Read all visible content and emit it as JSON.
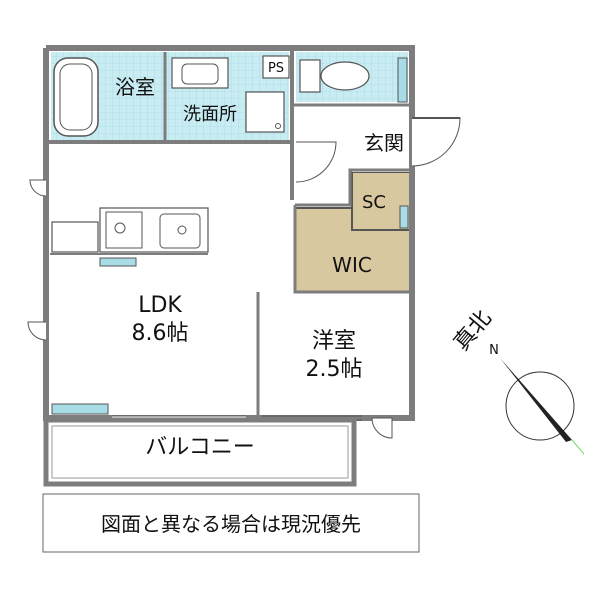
{
  "rooms": {
    "bath": "浴室",
    "washroom": "洗面所",
    "ps": "PS",
    "entrance": "玄関",
    "sc": "SC",
    "wic": "WIC",
    "ldk_name": "LDK",
    "ldk_size": "8.6帖",
    "western_name": "洋室",
    "western_size": "2.5帖",
    "balcony": "バルコニー"
  },
  "compass": {
    "label": "真北",
    "north_letter": "N"
  },
  "notice": "図面と異なる場合は現況優先",
  "colors": {
    "wall": "#8a8a8a",
    "wet_area": "#c9ecf3",
    "closet": "#d8c8a0",
    "window": "#a8dce6"
  }
}
